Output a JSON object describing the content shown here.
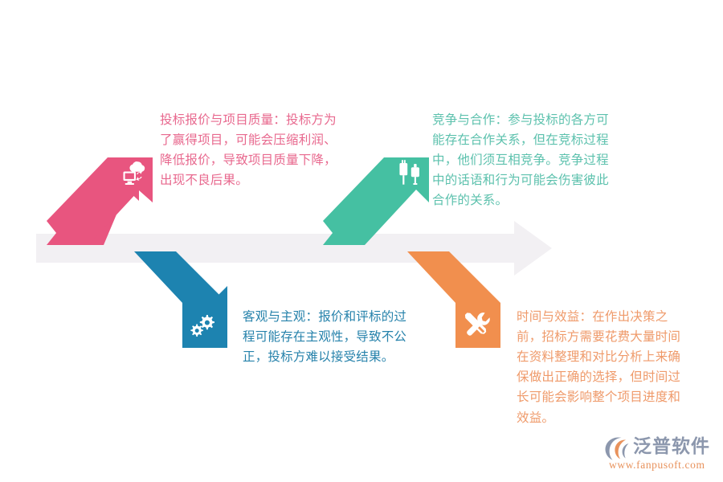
{
  "diagram": {
    "type": "fishbone",
    "title": "",
    "spine": {
      "label": "main-spine-arrow",
      "color": "#f2f0f3",
      "direction": "right"
    },
    "branches": [
      {
        "id": "branch-1",
        "position": "top-left",
        "color": "#e8557f",
        "text_color": "#e8688e",
        "icon": "cloud-monitor-icon",
        "direction": "up-right",
        "text": "投标报价与项目质量：投标方为了赢得项目，可能会压缩利润、降低报价，导致项目质量下降，出现不良后果。"
      },
      {
        "id": "branch-2",
        "position": "top-right",
        "color": "#45c0a2",
        "text_color": "#5cc1ad",
        "icon": "usb-plug-icon",
        "direction": "up-right",
        "text": "竞争与合作：参与投标的各方可能存在合作关系，但在竞标过程中，他们须互相竞争。竞争过程中的话语和行为可能会伤害彼此合作的关系。"
      },
      {
        "id": "branch-3",
        "position": "bottom-left",
        "color": "#1d83b0",
        "text_color": "#2682ab",
        "icon": "gears-icon",
        "direction": "down-right",
        "text": "客观与主观：报价和评标的过程可能存在主观性，导致不公正，投标方难以接受结果。"
      },
      {
        "id": "branch-4",
        "position": "bottom-right",
        "color": "#f18f4e",
        "text_color": "#ef9a6a",
        "icon": "wrench-screwdriver-icon",
        "direction": "down-right",
        "text": "时间与效益：在作出决策之前，招标方需要花费大量时间在资料整理和对比分析上来确保做出正确的选择，但时间过长可能会影响整个项目进度和效益。"
      }
    ]
  },
  "logo": {
    "name": "泛普软件",
    "url": "www.fanpusoft.com",
    "mark_color_primary": "#8c97ad",
    "mark_color_accent": "#e8925c"
  }
}
